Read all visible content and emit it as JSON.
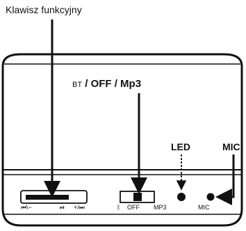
{
  "labels": {
    "function_key": "Klawisz funkcyjny",
    "mode_switch_prefix": "BT",
    "mode_switch_rest": " / OFF / Mp3",
    "led": "LED",
    "mic": "MIC"
  },
  "panel_markings": {
    "key_minus": "⏮\\−",
    "key_play": "⏯",
    "key_plus": "+/⏭",
    "switch_bt": "ᛒ",
    "switch_off": "OFF",
    "switch_mp3": "MP3",
    "mic": "MIC"
  },
  "colors": {
    "line": "#111111",
    "background": "#ffffff",
    "switch_knob": "#111111"
  }
}
